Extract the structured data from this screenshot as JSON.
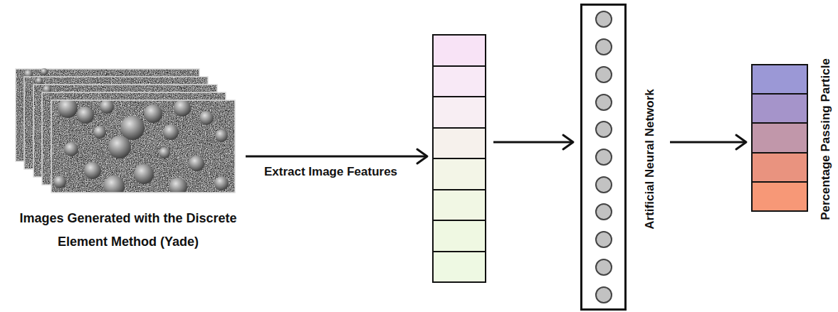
{
  "diagram": {
    "nodes": [
      {
        "text": [
          "Images Generated with the Discrete Element Method (Yade)"
        ]
      },
      {
        "text": []
      },
      {
        "text": [
          "Artificial Neural Network"
        ]
      },
      {
        "text": [
          "Percentage Passing Particle"
        ]
      }
    ],
    "edges": [
      {
        "from": 0,
        "to": 1,
        "arrow": "to",
        "label": "Extract Image Features"
      },
      {
        "from": 1,
        "to": 2,
        "arrow": "to"
      },
      {
        "from": 2,
        "to": 3,
        "arrow": "to"
      }
    ]
  }
}
